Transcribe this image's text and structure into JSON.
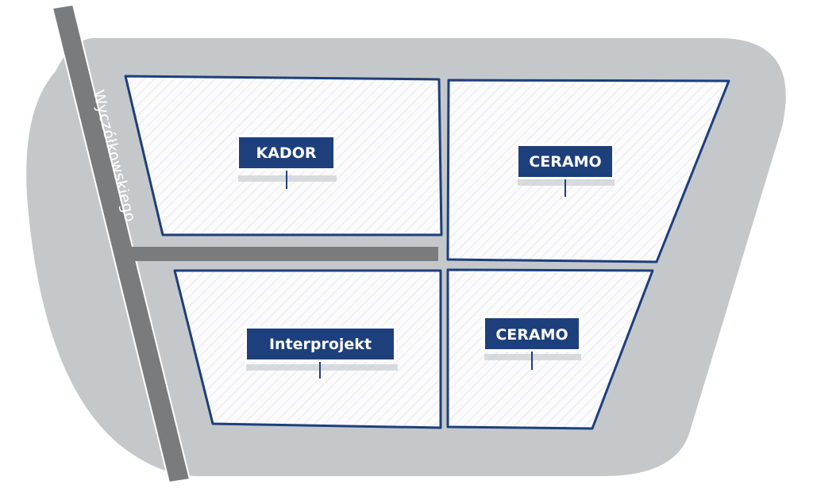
{
  "street": {
    "name": "Wyczółkowskiego"
  },
  "plots": [
    {
      "id": "kador",
      "label": "KADOR"
    },
    {
      "id": "ceramo-top",
      "label": "CERAMO"
    },
    {
      "id": "interprojekt",
      "label": "Interprojekt"
    },
    {
      "id": "ceramo-bottom",
      "label": "CERAMO"
    }
  ],
  "colors": {
    "background": "#ffffff",
    "ground": "#c5c8cb",
    "road": "#7a7b7d",
    "plot_fill": "#fafbfc",
    "plot_border": "#1d3f7c",
    "sign_fill": "#1d3f7c",
    "sign_text": "#ffffff",
    "street_text": "#ffffff"
  }
}
